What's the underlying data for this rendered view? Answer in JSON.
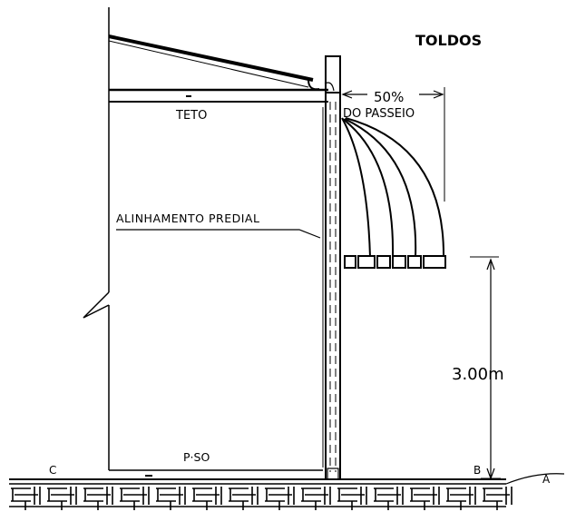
{
  "diagram": {
    "title": "TOLDOS",
    "labels": {
      "ceiling": "TETO",
      "floor": "P·SO",
      "building_line": "ALINHAMENTO PREDIAL",
      "awning_width_pct": "50%",
      "awning_width_ref": "DO PASSEIO",
      "height": "3.00m",
      "point_a": "A",
      "point_b": "B",
      "point_c": "C"
    }
  }
}
